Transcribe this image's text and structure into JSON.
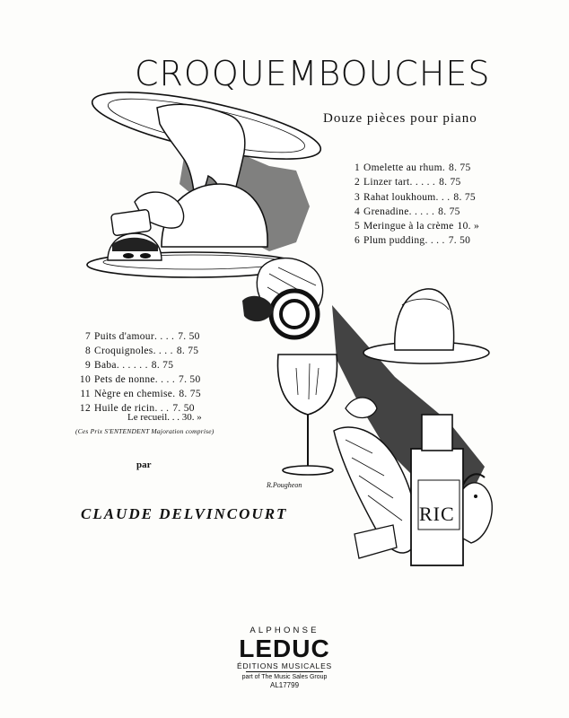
{
  "cover": {
    "title": "CROQUEMBOUCHES",
    "subtitle": "Douze pièces pour piano",
    "pieces_right": [
      {
        "num": "1",
        "name": "Omelette au rhum",
        "dots": " . ",
        "price": "8. 75"
      },
      {
        "num": "2",
        "name": "Linzer tart",
        "dots": " . . . . . ",
        "price": "8. 75"
      },
      {
        "num": "3",
        "name": "Rahat loukhoum",
        "dots": " . . . ",
        "price": "8. 75"
      },
      {
        "num": "4",
        "name": "Grenadine",
        "dots": " . . . . . ",
        "price": "8. 75"
      },
      {
        "num": "5",
        "name": "Meringue à la crème",
        "dots": " ",
        "price": "10. »"
      },
      {
        "num": "6",
        "name": "Plum pudding",
        "dots": " . . . . ",
        "price": "7. 50"
      }
    ],
    "pieces_left": [
      {
        "num": "7",
        "name": "Puits d'amour",
        "dots": " . . . . ",
        "price": "7. 50"
      },
      {
        "num": "8",
        "name": "Croquignoles",
        "dots": " . . . . ",
        "price": "8. 75"
      },
      {
        "num": "9",
        "name": "Baba",
        "dots": " . . . . . . ",
        "price": "8. 75"
      },
      {
        "num": "10",
        "name": "Pets de nonne",
        "dots": " . . . . ",
        "price": "7. 50"
      },
      {
        "num": "11",
        "name": "Nègre en chemise",
        "dots": " . ",
        "price": "8. 75"
      },
      {
        "num": "12",
        "name": "Huile de ricin",
        "dots": " . . . ",
        "price": "7. 50"
      }
    ],
    "recueil": "Le recueil. . . 30. »",
    "price_note": "(Ces Prix S'ENTENDENT Majoration comprise)",
    "par": "par",
    "composer": "CLAUDE DELVINCOURT",
    "illustrator_signature": "R.Pougheon",
    "bottle_label": "RIC"
  },
  "publisher": {
    "top": "ALPHONSE",
    "name": "LEDUC",
    "sub": "ÉDITIONS MUSICALES",
    "group": "part of The Music Sales Group",
    "catalog": "AL17799"
  }
}
